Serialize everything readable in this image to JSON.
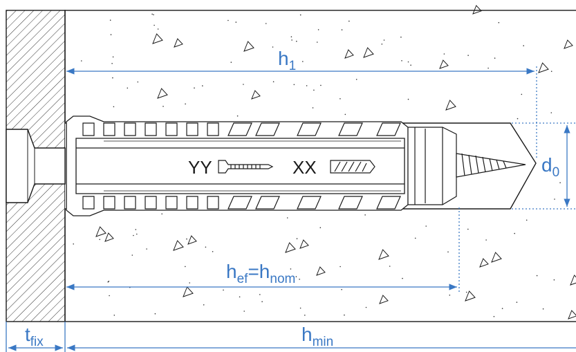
{
  "labels": {
    "h1": {
      "main": "h",
      "sub": "1"
    },
    "d0": {
      "main": "d",
      "sub": "0"
    },
    "hef": {
      "main": "h",
      "sub": "ef",
      "eq": "=",
      "main2": "h",
      "sub2": "nom"
    },
    "tfix": {
      "main": "t",
      "sub": "fix"
    },
    "hmin": {
      "main": "h",
      "sub": "min"
    }
  },
  "anchor_marks": {
    "left": "YY",
    "right": "XX"
  },
  "colors": {
    "dimension": "#3a78c4",
    "line": "#1a1a1a",
    "hatch": "#333333",
    "background": "#ffffff"
  }
}
